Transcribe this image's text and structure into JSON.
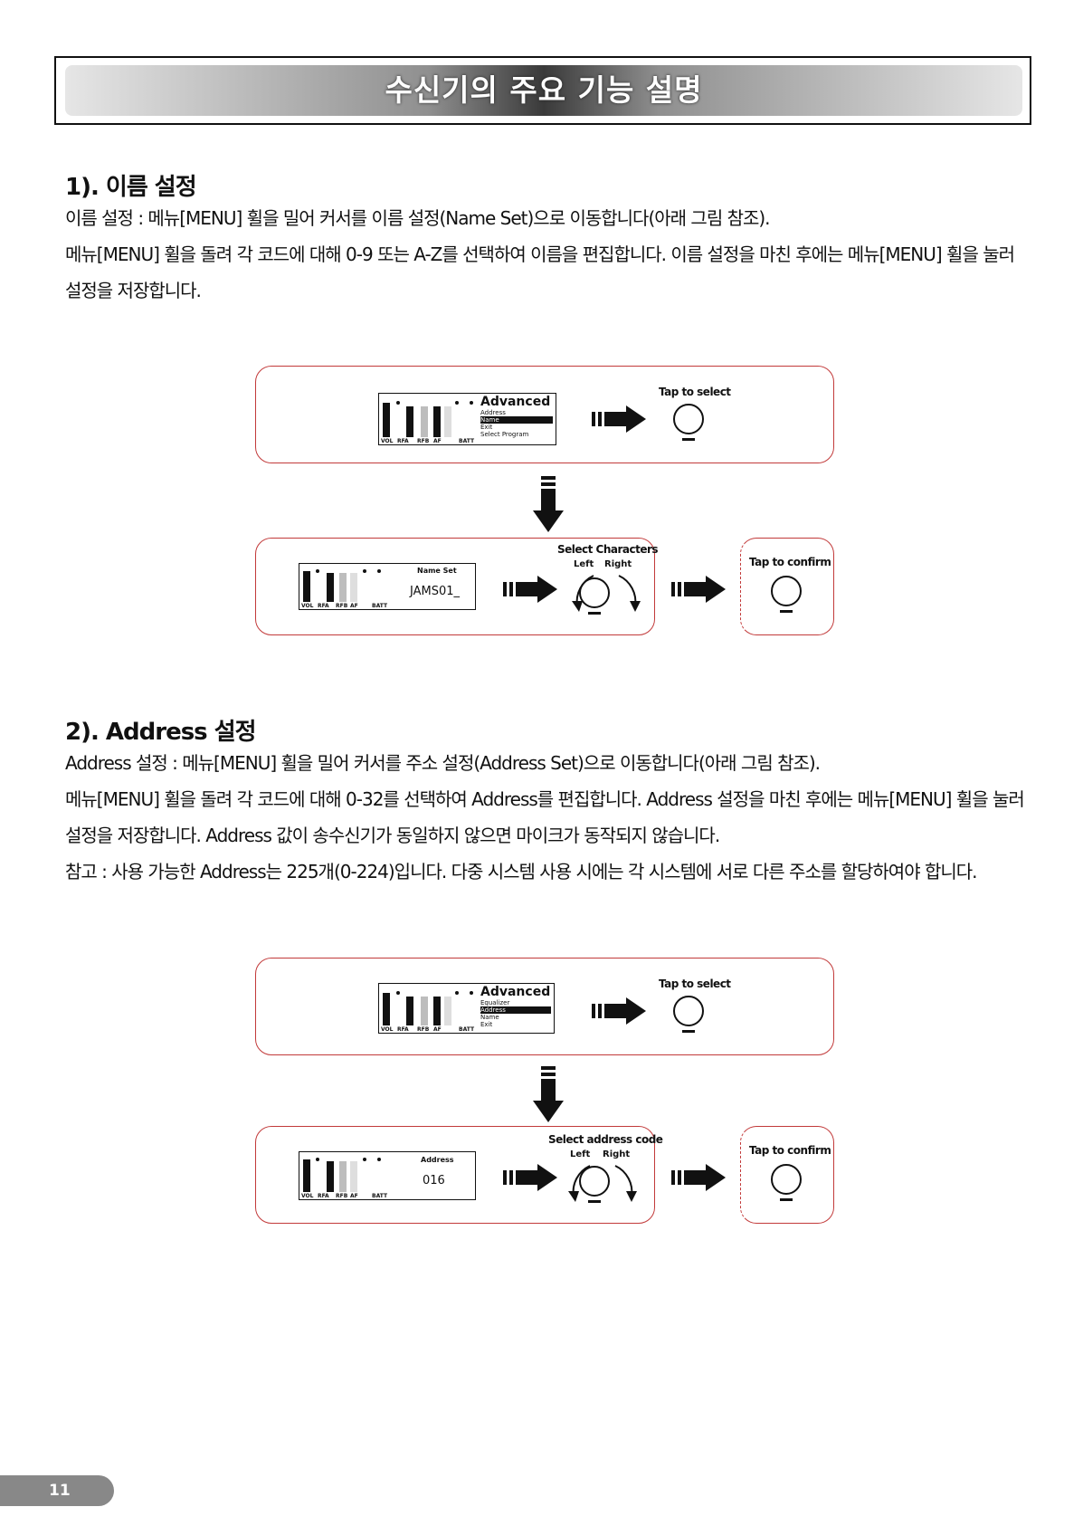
{
  "header": {
    "title": "수신기의 주요 기능 설명"
  },
  "section1": {
    "heading": "1). 이름 설정",
    "lines": [
      "이름 설정 : 메뉴[MENU] 휠을 밀어 커서를 이름 설정(Name Set)으로 이동합니다(아래 그림 참조).",
      "메뉴[MENU] 휠을 돌려 각 코드에 대해 0-9 또는 A-Z를 선택하여 이름을 편집합니다. 이름 설정을 마친 후에는 메뉴[MENU] 휠을 눌러",
      "설정을 저장합니다."
    ],
    "diagram": {
      "top": {
        "lcd_title": "Advanced",
        "menu": [
          "Address",
          "Name",
          "Exit",
          "Select Program"
        ],
        "selected": "Name",
        "caption": "Tap to select"
      },
      "bottom": {
        "lcd_label": "Name Set",
        "lcd_value": "JAMS01_",
        "caption": "Select Characters",
        "left": "Left",
        "right": "Right",
        "confirm": "Tap to confirm"
      }
    }
  },
  "section2": {
    "heading": "2). Address 설정",
    "lines": [
      "Address 설정 : 메뉴[MENU] 휠을 밀어 커서를 주소 설정(Address Set)으로 이동합니다(아래 그림 참조).",
      "메뉴[MENU] 휠을 돌려 각 코드에 대해 0-32를 선택하여 Address를 편집합니다. Address 설정을 마친 후에는 메뉴[MENU] 휠을 눌러",
      "설정을 저장합니다. Address 값이 송수신기가 동일하지 않으면 마이크가 동작되지 않습니다.",
      "참고 : 사용 가능한 Address는 225개(0-224)입니다. 다중 시스템 사용 시에는 각 시스템에 서로 다른 주소를 할당하여야 합니다."
    ],
    "diagram": {
      "top": {
        "lcd_title": "Advanced",
        "menu": [
          "Equalizer",
          "Address",
          "Name",
          "Exit"
        ],
        "selected": "Address",
        "caption": "Tap to select"
      },
      "bottom": {
        "lcd_label": "Address",
        "lcd_value": "016",
        "caption": "Select address code",
        "left": "Left",
        "right": "Right",
        "confirm": "Tap to confirm"
      }
    }
  },
  "lcd_meter_labels": [
    "VOL",
    "RFA",
    "RFB",
    "AF",
    "BATT"
  ],
  "page_number": "11"
}
